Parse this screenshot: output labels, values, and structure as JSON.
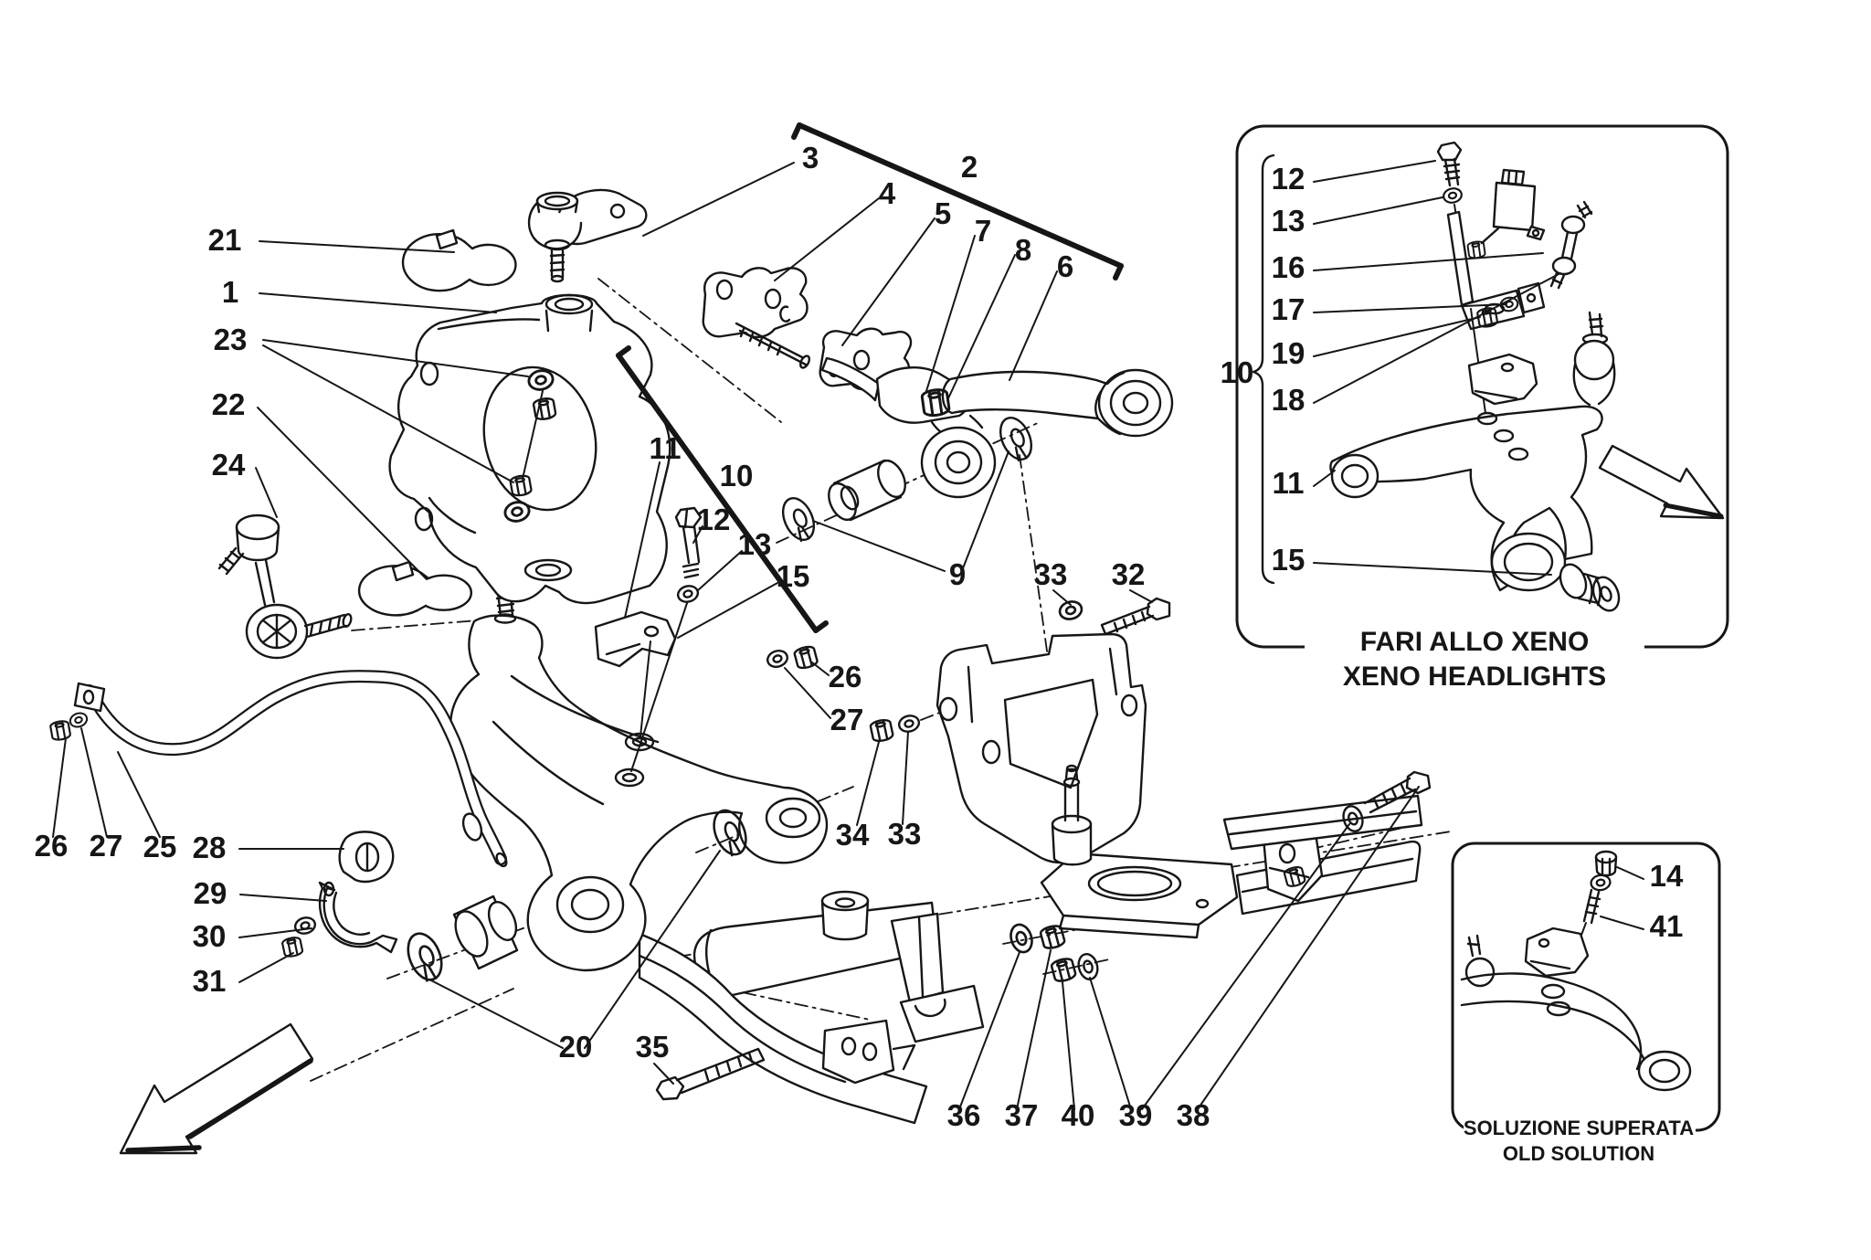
{
  "figure": {
    "type": "exploded-parts-diagram",
    "subject": "Front suspension: knuckle, wishbones, anti-roll bar and subframe",
    "background_color": "#ffffff",
    "line_color": "#161616"
  },
  "part_numbers": {
    "n1": "1",
    "n2": "2",
    "n3": "3",
    "n4": "4",
    "n5": "5",
    "n6": "6",
    "n7": "7",
    "n8": "8",
    "n9": "9",
    "n10": "10",
    "n11": "11",
    "n12": "12",
    "n13": "13",
    "n14": "14",
    "n15": "15",
    "n16": "16",
    "n17": "17",
    "n18": "18",
    "n19": "19",
    "n20": "20",
    "n21": "21",
    "n22": "22",
    "n23": "23",
    "n24": "24",
    "n25": "25",
    "n26": "26",
    "n27": "27",
    "n28": "28",
    "n29": "29",
    "n30": "30",
    "n31": "31",
    "n32": "32",
    "n33": "33",
    "n34": "34",
    "n35": "35",
    "n36": "36",
    "n37": "37",
    "n38": "38",
    "n39": "39",
    "n40": "40",
    "n41": "41"
  },
  "main_view": {
    "callouts_shown": [
      "1",
      "2",
      "3",
      "4",
      "5",
      "6",
      "7",
      "8",
      "9",
      "10",
      "11",
      "12",
      "13",
      "15",
      "20",
      "21",
      "22",
      "23",
      "24",
      "25",
      "26",
      "27",
      "28",
      "29",
      "30",
      "31",
      "32",
      "33",
      "34",
      "35",
      "36",
      "37",
      "38",
      "39",
      "40"
    ]
  },
  "insets": {
    "xeno_headlights": {
      "caption_line1": "FARI ALLO XENO",
      "caption_line2": "XENO HEADLIGHTS",
      "callouts_shown": [
        "10",
        "11",
        "12",
        "13",
        "15",
        "16",
        "17",
        "18",
        "19"
      ]
    },
    "old_solution": {
      "caption_line1": "SOLUZIONE SUPERATA",
      "caption_line2": "OLD SOLUTION",
      "callouts_shown": [
        "14",
        "41"
      ]
    }
  },
  "icons": {
    "arrow_main": "block-arrow-down-left",
    "arrow_inset": "block-arrow-down-right"
  }
}
